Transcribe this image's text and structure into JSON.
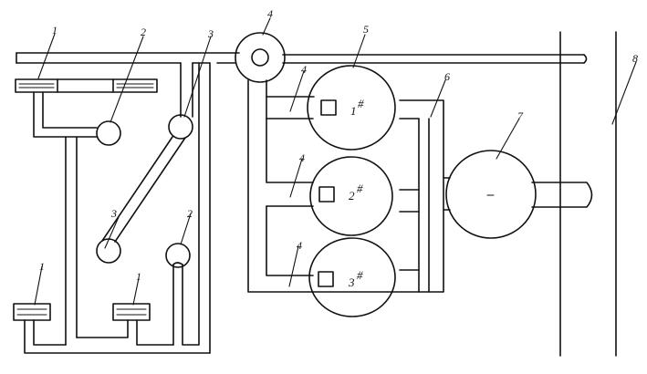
{
  "colors": {
    "ink": "#111111",
    "paper": "#ffffff"
  },
  "callouts": [
    "1",
    "2",
    "3",
    "4",
    "5",
    "6",
    "7",
    "8"
  ],
  "tanks": [
    {
      "label": "1",
      "sup": "#"
    },
    {
      "label": "2",
      "sup": "#"
    },
    {
      "label": "3",
      "sup": "#"
    }
  ]
}
